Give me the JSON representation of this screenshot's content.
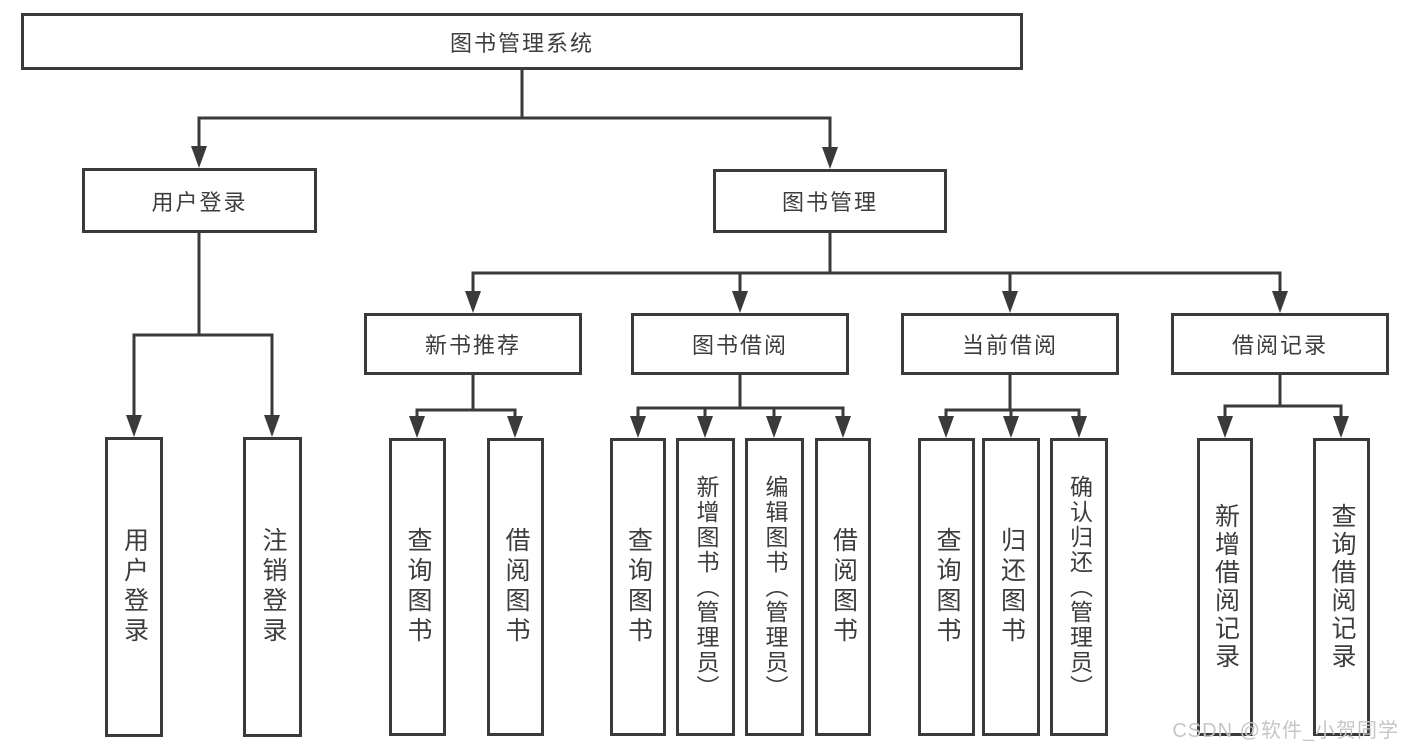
{
  "tree": {
    "label": "图书管理系统",
    "children": [
      {
        "label": "用户登录",
        "children": [
          {
            "label": "用户登录"
          },
          {
            "label": "注销登录"
          }
        ]
      },
      {
        "label": "图书管理",
        "children": [
          {
            "label": "新书推荐",
            "children": [
              {
                "label": "查询图书"
              },
              {
                "label": "借阅图书"
              }
            ]
          },
          {
            "label": "图书借阅",
            "children": [
              {
                "label": "查询图书"
              },
              {
                "label": "新增图书（管理员）"
              },
              {
                "label": "编辑图书（管理员）"
              },
              {
                "label": "借阅图书"
              }
            ]
          },
          {
            "label": "当前借阅",
            "children": [
              {
                "label": "查询图书"
              },
              {
                "label": "归还图书"
              },
              {
                "label": "确认归还（管理员）"
              }
            ]
          },
          {
            "label": "借阅记录",
            "children": [
              {
                "label": "新增借阅记录"
              },
              {
                "label": "查询借阅记录"
              }
            ]
          }
        ]
      }
    ]
  },
  "watermark": {
    "text": "CSDN @软件_小贺同学"
  },
  "colors": {
    "line": "#3a3a3a",
    "text": "#3d3d3d",
    "background": "#ffffff",
    "watermark": "#c6c6c6"
  }
}
